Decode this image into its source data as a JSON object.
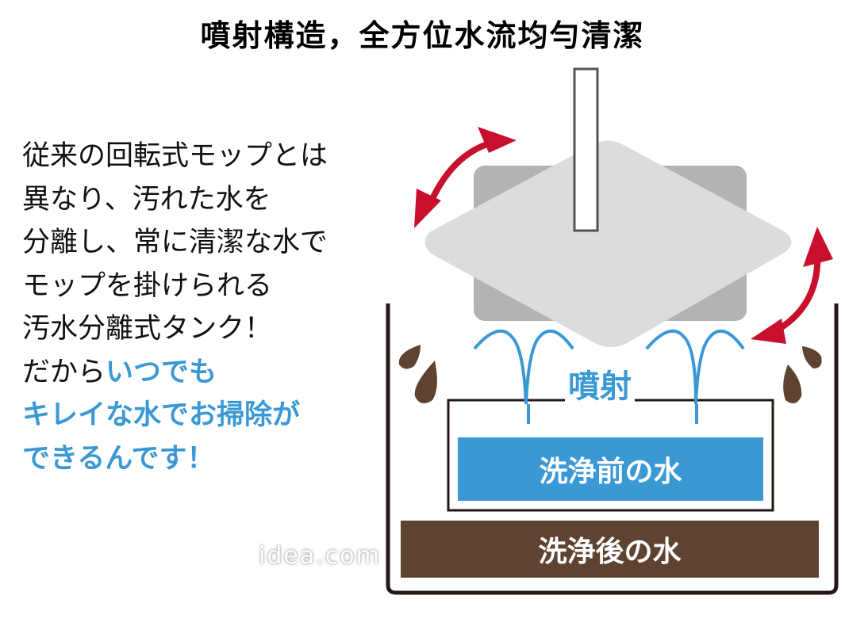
{
  "title": "噴射構造，全方位水流均勻清潔",
  "description": {
    "lines": [
      "従来の回転式モップとは",
      "異なり、汚れた水を",
      "分離し、常に清潔な水で",
      "モップを掛けられる",
      "汚水分離式タンク！"
    ],
    "line6_black": "だから",
    "line6_blue": "いつでも",
    "line7_blue": "キレイな水でお掃除が",
    "line8_blue": "できるんです！"
  },
  "diagram": {
    "spray_label": "噴射",
    "clean_water_label": "洗浄前の水",
    "dirty_water_label": "洗浄後の水",
    "icons": [
      "rotation-arrow-icon",
      "rotation-arrow-icon",
      "water-spray-icon",
      "water-spray-icon",
      "dirty-droplet-icon"
    ],
    "colors": {
      "arrow": "#c8102e",
      "clean_water": "#3a98d4",
      "dirty_water": "#5e4331",
      "mop_plate": "#dcdcdc",
      "mop_pad": "#b3b3b3",
      "tank_outline": "#231815"
    }
  },
  "watermark": "idea.com"
}
